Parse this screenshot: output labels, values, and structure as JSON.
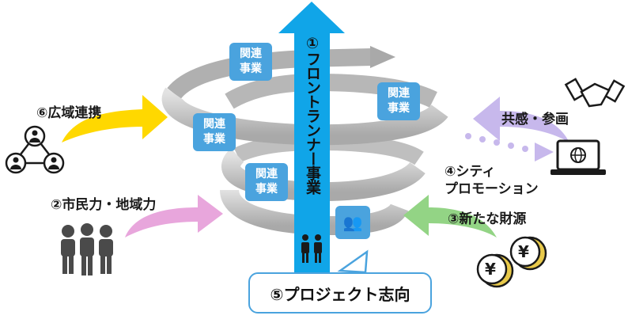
{
  "center": {
    "title": "①フロントランナー事業",
    "related_label_line1": "関連",
    "related_label_line2": "事業"
  },
  "labels": {
    "regional": "⑥広域連携",
    "citizen": "②市民力・地域力",
    "empathy": "共感・参画",
    "city_promo_line1": "④シティ",
    "city_promo_line2": "プロモーション",
    "finance": "③新たな財源"
  },
  "callout": "⑤プロジェクト志向",
  "icons": {
    "yen": "¥"
  },
  "colors": {
    "spiral": "#c9c9c9",
    "center_arrow": "#10a5e8",
    "box": "#4aa3de",
    "yellow": "#ffd800",
    "pink": "#e8a6dc",
    "purple": "#c7b8ec",
    "green": "#93d485",
    "coin": "#e8c94a"
  }
}
